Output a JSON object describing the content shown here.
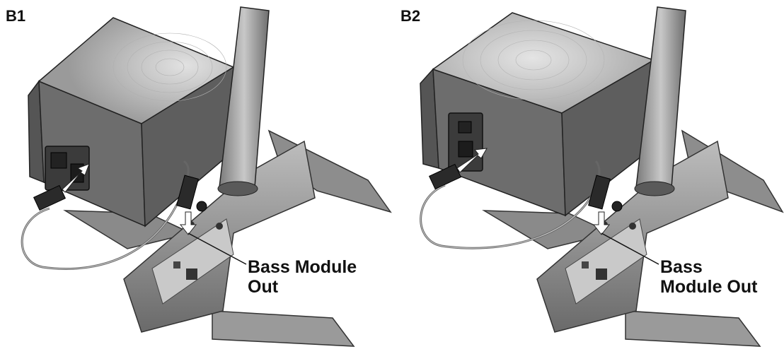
{
  "panels": [
    {
      "label": "B1",
      "callout_line1": "Bass Module",
      "callout_line2": "Out"
    },
    {
      "label": "B2",
      "callout_line1": "Bass",
      "callout_line2": "Module Out"
    }
  ]
}
